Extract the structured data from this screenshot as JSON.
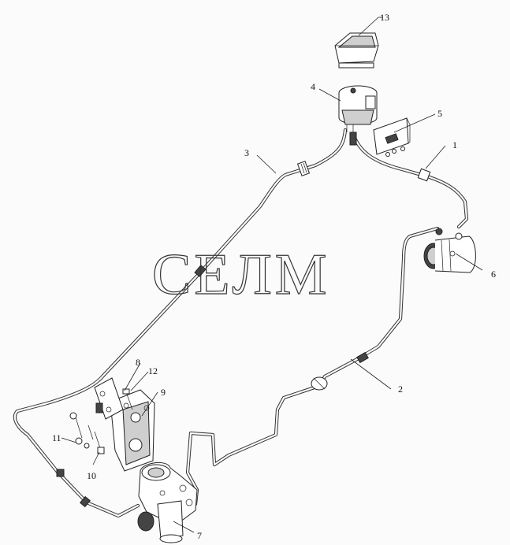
{
  "watermark": "СЕЛМ",
  "callouts": {
    "c1": "1",
    "c2": "2",
    "c3": "3",
    "c4": "4",
    "c5": "5",
    "c6": "6",
    "c7": "7",
    "c8": "8",
    "c9": "9",
    "c10": "10",
    "c11": "11",
    "c12": "12",
    "c13": "13"
  }
}
